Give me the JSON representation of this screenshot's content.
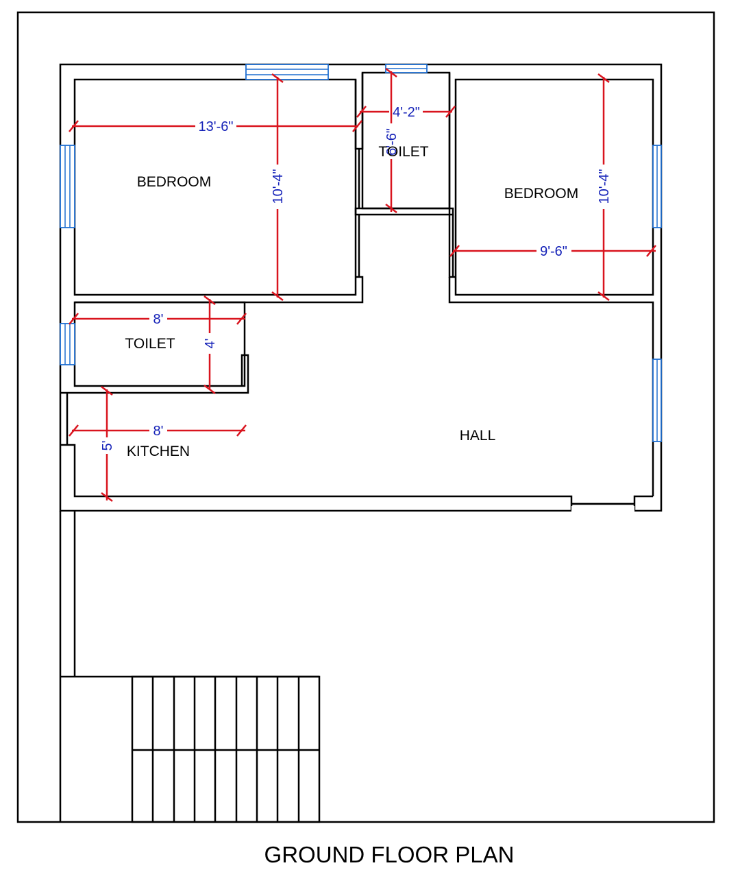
{
  "title": "GROUND FLOOR PLAN",
  "rooms": {
    "bedroom_left": "BEDROOM",
    "bedroom_right": "BEDROOM",
    "toilet_top": "TOILET",
    "toilet_left": "TOILET",
    "kitchen": "KITCHEN",
    "hall": "HALL"
  },
  "dimensions": {
    "bedroom_left_width": "13'-6\"",
    "bedroom_left_depth": "10'-4\"",
    "toilet_top_width": "4'-2\"",
    "toilet_top_depth": "6'-6\"",
    "bedroom_right_width": "9'-6\"",
    "bedroom_right_depth": "10'-4\"",
    "toilet_left_width": "8'",
    "toilet_left_depth": "4'",
    "kitchen_width": "8'",
    "kitchen_depth": "5'"
  },
  "colors": {
    "walls": "#000000",
    "dimension_lines": "#d9141e",
    "dimension_text": "#1522b8",
    "windows": "#1f6fd1"
  }
}
